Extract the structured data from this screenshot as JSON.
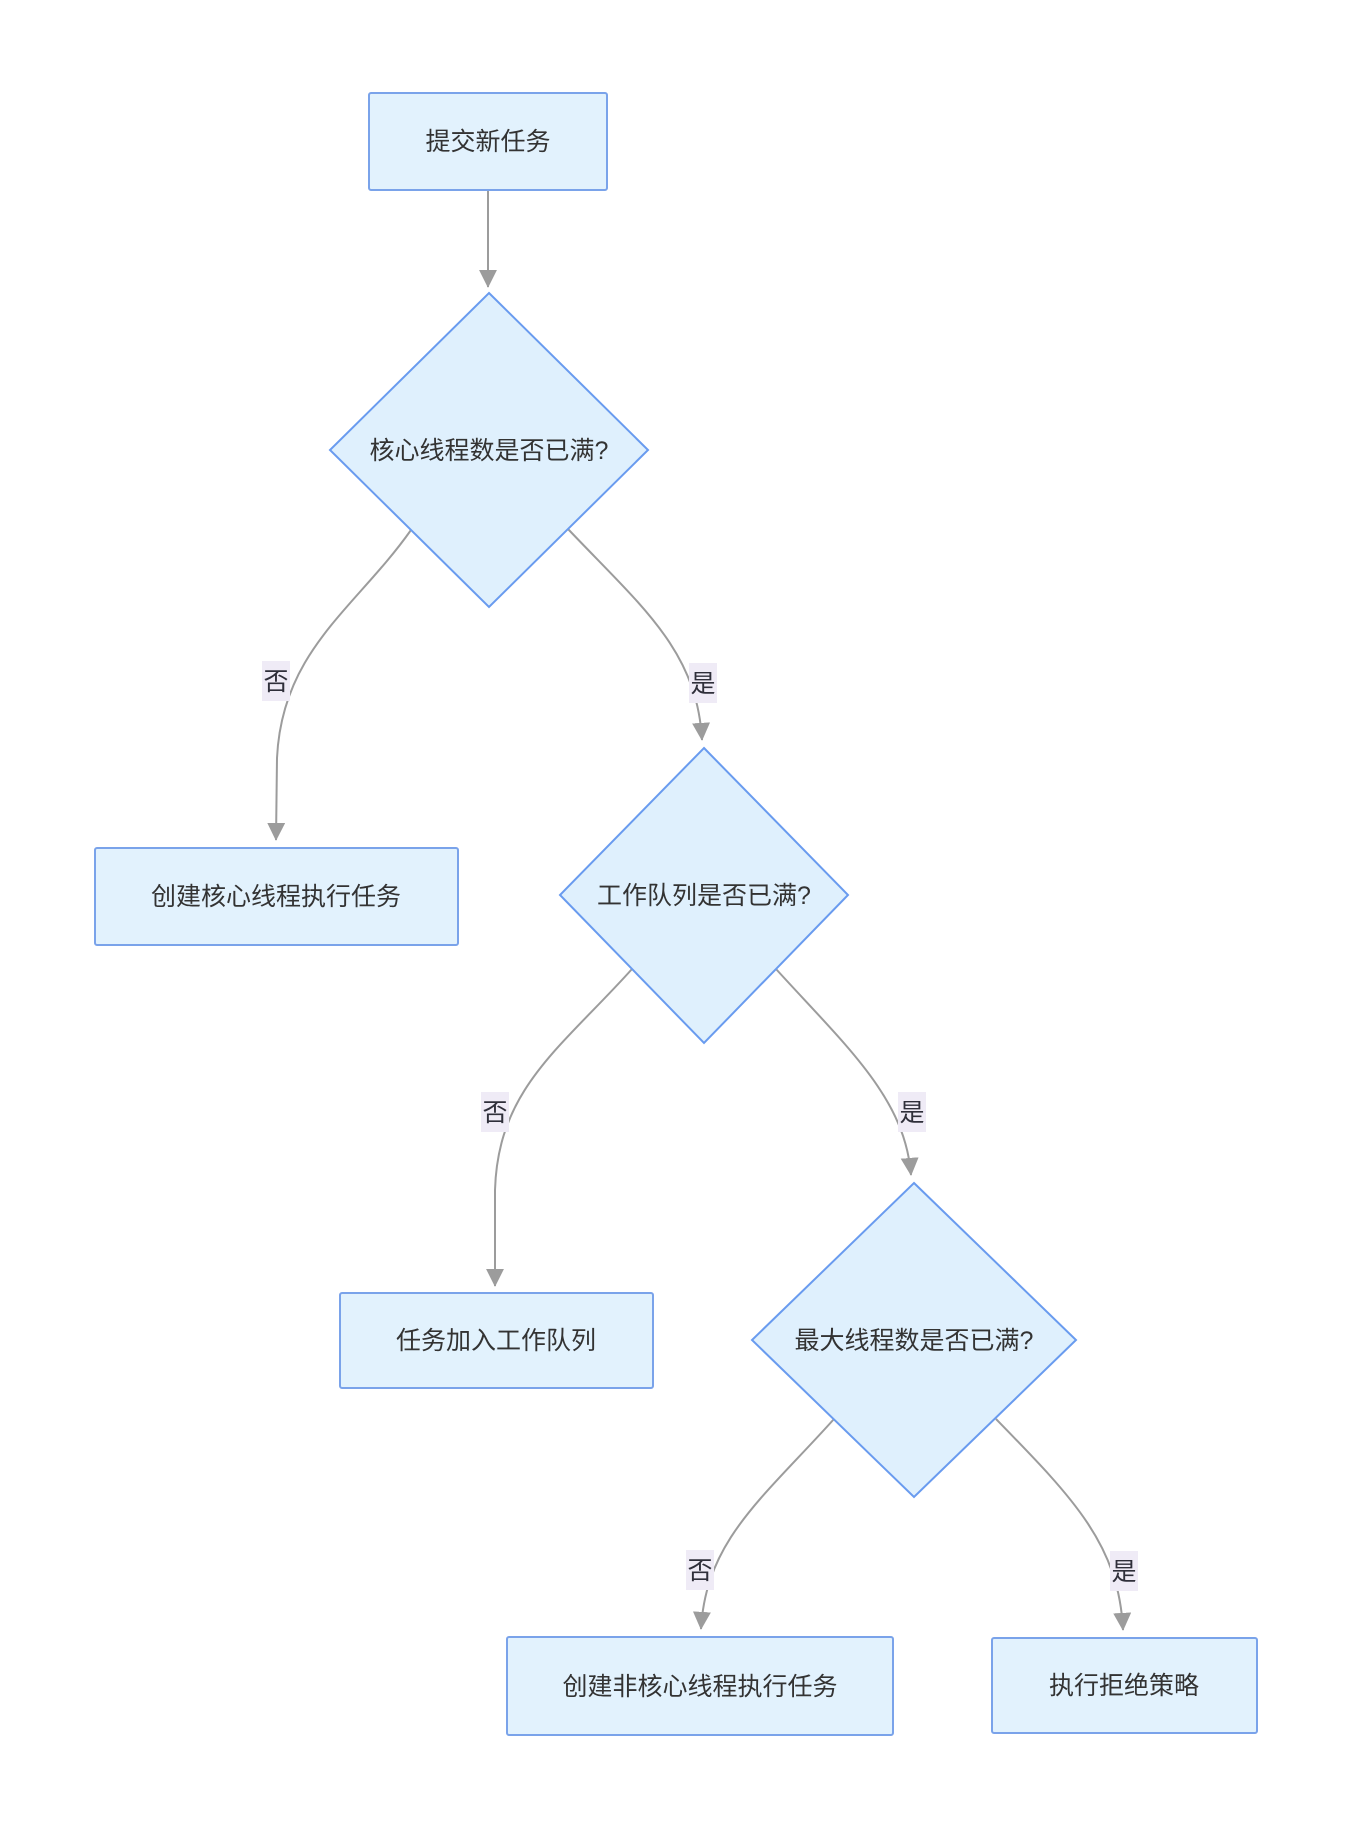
{
  "flowchart": {
    "type": "flowchart",
    "colors": {
      "background": "#ffffff",
      "rect_fill": "#e2f2fd",
      "rect_border": "#7aa3ea",
      "diamond_fill": "#dff0fd",
      "diamond_border": "#699bef",
      "edge_line": "#9c9c9c",
      "edge_label_bg": "#efebf6",
      "text": "#333333"
    },
    "nodes": [
      {
        "id": "submit",
        "type": "rect",
        "label": "提交新任务"
      },
      {
        "id": "core_full",
        "type": "diamond",
        "label": "核心线程数是否已满?"
      },
      {
        "id": "create_core",
        "type": "rect",
        "label": "创建核心线程执行任务"
      },
      {
        "id": "queue_full",
        "type": "diamond",
        "label": "工作队列是否已满?"
      },
      {
        "id": "enqueue",
        "type": "rect",
        "label": "任务加入工作队列"
      },
      {
        "id": "max_full",
        "type": "diamond",
        "label": "最大线程数是否已满?"
      },
      {
        "id": "create_noncore",
        "type": "rect",
        "label": "创建非核心线程执行任务"
      },
      {
        "id": "reject",
        "type": "rect",
        "label": "执行拒绝策略"
      }
    ],
    "edges": [
      {
        "from": "submit",
        "to": "core_full",
        "label": ""
      },
      {
        "from": "core_full",
        "to": "create_core",
        "label": "否"
      },
      {
        "from": "core_full",
        "to": "queue_full",
        "label": "是"
      },
      {
        "from": "queue_full",
        "to": "enqueue",
        "label": "否"
      },
      {
        "from": "queue_full",
        "to": "max_full",
        "label": "是"
      },
      {
        "from": "max_full",
        "to": "create_noncore",
        "label": "否"
      },
      {
        "from": "max_full",
        "to": "reject",
        "label": "是"
      }
    ]
  }
}
